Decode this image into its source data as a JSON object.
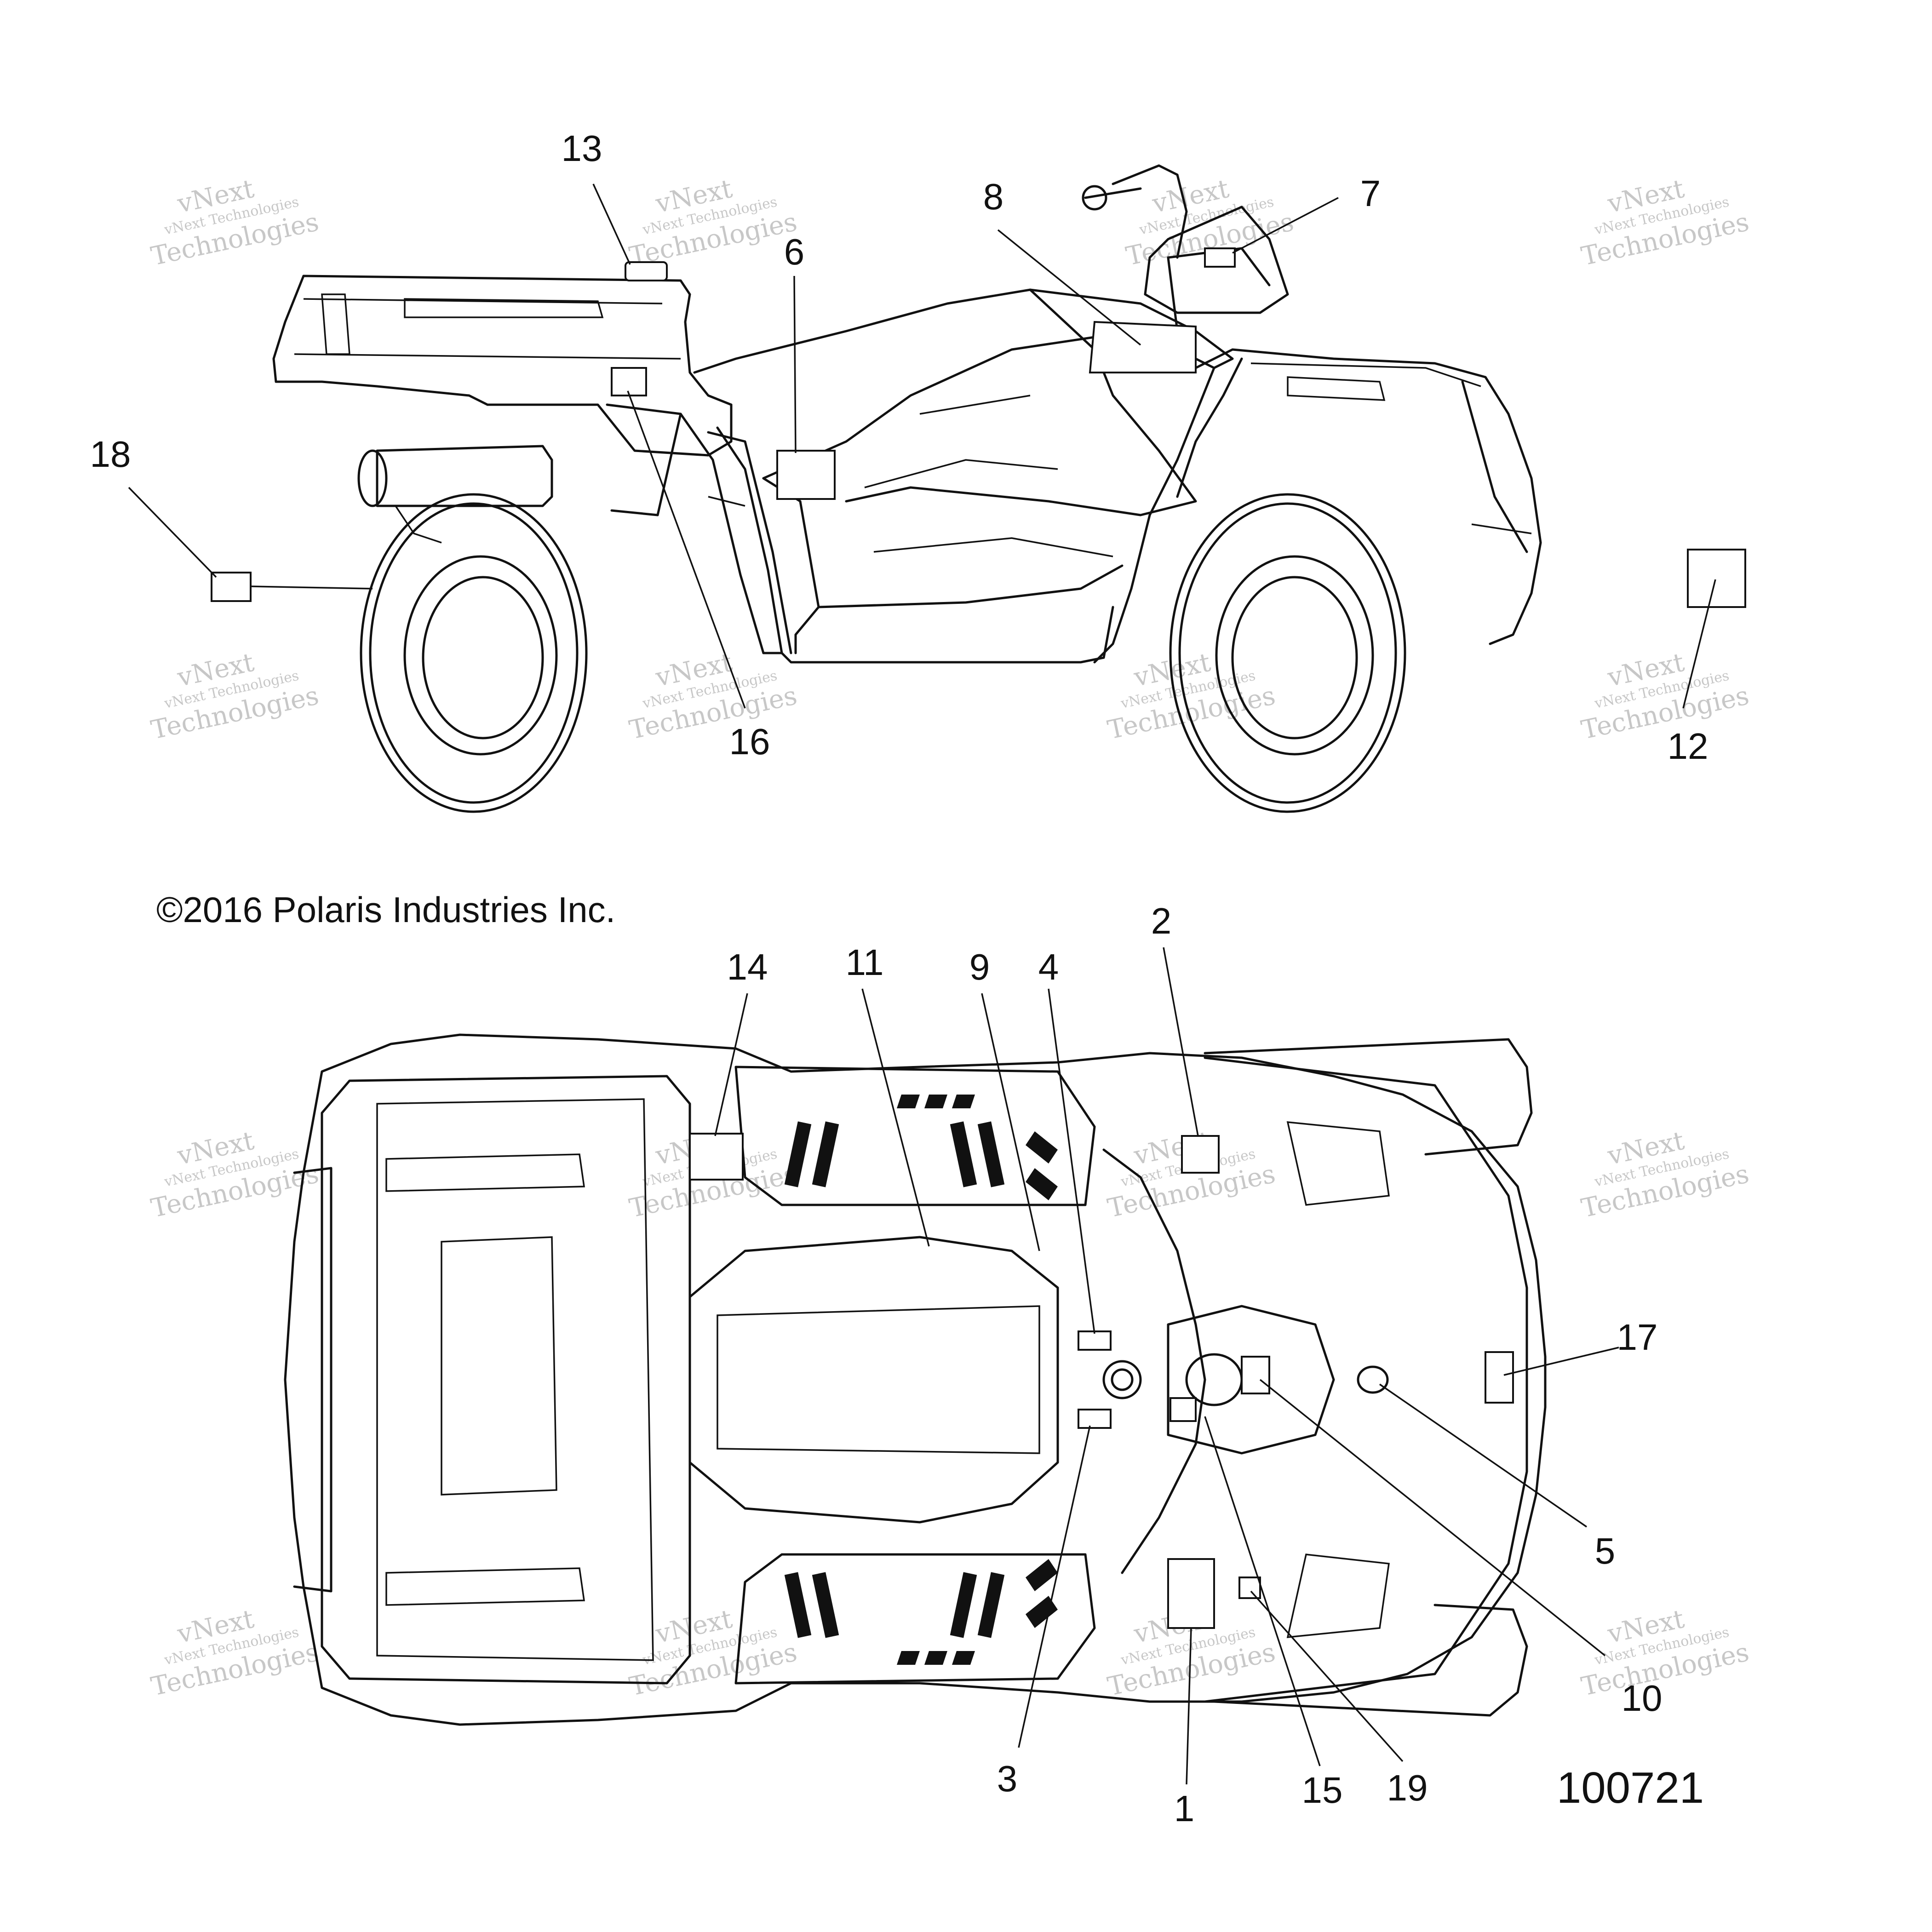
{
  "copyright": "©2016 Polaris Industries Inc.",
  "figure_number": "100721",
  "watermark": {
    "line1": "vNext Technologies",
    "line2": "vNext",
    "line3": "Technologies"
  },
  "side_view_callouts": {
    "c13": "13",
    "c8": "8",
    "c7": "7",
    "c6": "6",
    "c18": "18",
    "c16": "16",
    "c12": "12"
  },
  "top_view_callouts": {
    "c2": "2",
    "c14": "14",
    "c11": "11",
    "c9": "9",
    "c4": "4",
    "c17": "17",
    "c5": "5",
    "c10": "10",
    "c3": "3",
    "c1": "1",
    "c15": "15",
    "c19": "19"
  }
}
